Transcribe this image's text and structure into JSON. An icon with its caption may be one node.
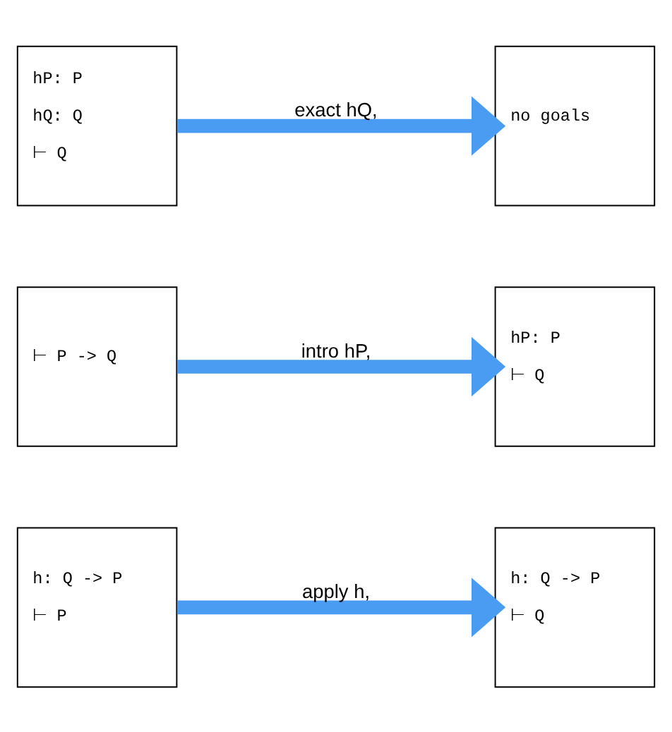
{
  "diagram": {
    "nodes": [
      {
        "text": [
          "hP: P",
          "hQ: Q",
          "⊢ Q"
        ]
      },
      {
        "text": [
          "no goals"
        ]
      },
      {
        "text": [
          "⊢ P -> Q"
        ]
      },
      {
        "text": [
          "hP: P",
          "⊢ Q"
        ]
      },
      {
        "text": [
          "h: Q -> P",
          "⊢ P"
        ]
      },
      {
        "text": [
          "h: Q -> P",
          "⊢ Q"
        ]
      }
    ],
    "edges": [
      {
        "from": 0,
        "to": 1,
        "arrow": "to",
        "label": "exact hQ,"
      },
      {
        "from": 2,
        "to": 3,
        "arrow": "to",
        "label": "intro hP,"
      },
      {
        "from": 4,
        "to": 5,
        "arrow": "to",
        "label": "apply h,"
      }
    ]
  }
}
